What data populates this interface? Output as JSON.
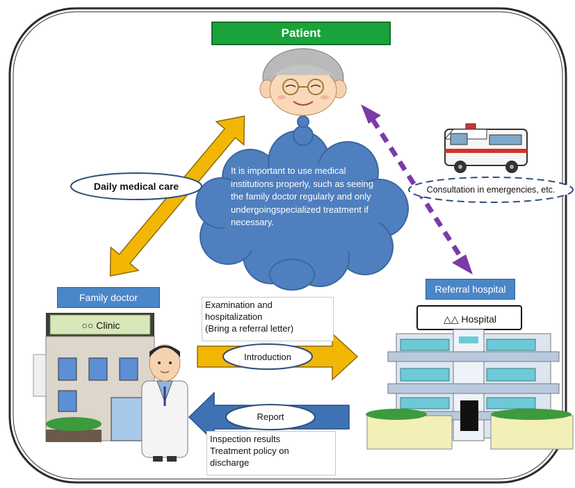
{
  "patient_label": "Patient",
  "family_doctor_label": "Family doctor",
  "referral_hospital_label": "Referral hospital",
  "clinic_sign": "○○ Clinic",
  "hospital_sign": "△△  Hospital",
  "daily_care_label": "Daily medical care",
  "emergency_label": "Consultation in emergencies, etc.",
  "introduction_label": "Introduction",
  "report_label": "Report",
  "advice_text": "It is important to use medical institutions properly, such as seeing the family doctor regularly and only undergoingspecialized treatment if necessary.",
  "examination_text": "Examination and\nhospitalization\n(Bring a referral letter)",
  "inspection_text": "Inspection results\nTreatment policy on\ndischarge",
  "colors": {
    "patient_green": "#1aa33a",
    "tag_blue": "#4a86c8",
    "cloud_blue": "#4f7fbe",
    "daily_arrow": "#f2b705",
    "intro_arrow": "#f2b705",
    "report_arrow": "#3f72b5",
    "emergency_arrow": "#7b3aa8"
  },
  "icons": [
    "elderly-patient-icon",
    "ambulance-icon",
    "clinic-building-icon",
    "doctor-icon",
    "hospital-building-icon"
  ]
}
